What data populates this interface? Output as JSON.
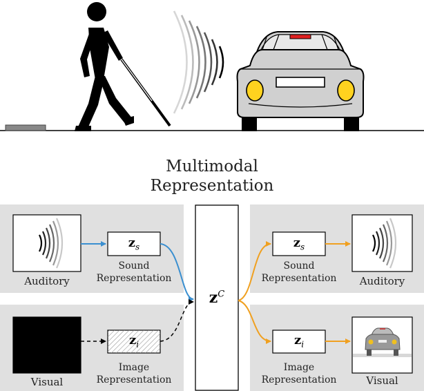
{
  "title_line1": "Multimodal",
  "title_line2": "Representation",
  "left": {
    "auditory_label": "Auditory",
    "visual_label": "Visual",
    "sound_rep_line1": "Sound",
    "sound_rep_line2": "Representation",
    "image_rep_line1": "Image",
    "image_rep_line2": "Representation",
    "zs_letter": "z",
    "zs_sub": "s",
    "zi_letter": "z",
    "zi_sub": "i"
  },
  "center": {
    "zc_letter": "z",
    "zc_sup": "C"
  },
  "right": {
    "sound_rep_line1": "Sound",
    "sound_rep_line2": "Representation",
    "image_rep_line1": "Image",
    "image_rep_line2": "Representation",
    "auditory_label": "Auditory",
    "visual_label": "Visual",
    "zs_letter": "z",
    "zs_sub": "s",
    "zi_letter": "z",
    "zi_sub": "i"
  },
  "colors": {
    "panel": "#e0e0e0",
    "sound_arrow": "#3a8fd0",
    "decode_arrow": "#f0a020",
    "dashed_arrow": "#000000",
    "car_light": "#ffd21f",
    "car_body": "#d0d0d0",
    "brake_light": "#e02020"
  },
  "icons": [
    "blind-pedestrian-icon",
    "sound-waves-icon",
    "car-icon",
    "curb-icon"
  ]
}
